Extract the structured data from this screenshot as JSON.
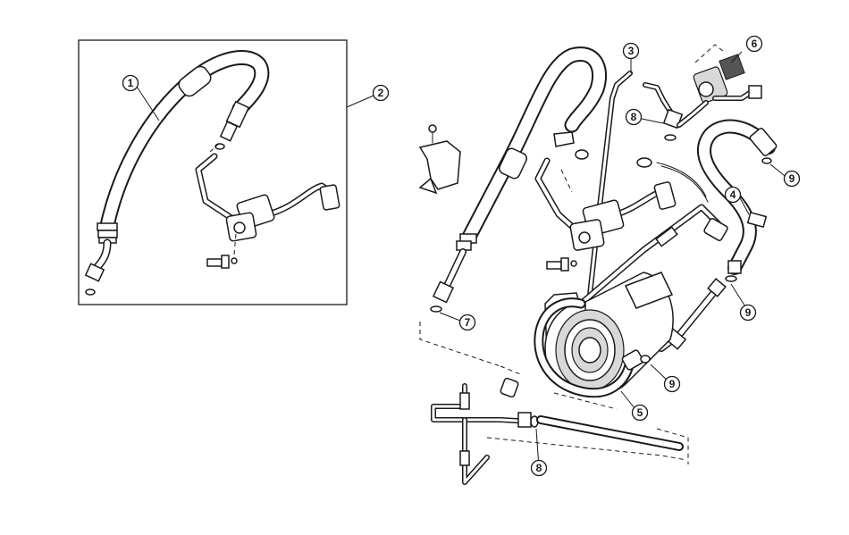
{
  "callouts": [
    {
      "id": "c1",
      "label": "1"
    },
    {
      "id": "c2",
      "label": "2"
    },
    {
      "id": "c3",
      "label": "3"
    },
    {
      "id": "c4",
      "label": "4"
    },
    {
      "id": "c5",
      "label": "5"
    },
    {
      "id": "c6",
      "label": "6"
    },
    {
      "id": "c7",
      "label": "7"
    },
    {
      "id": "c8a",
      "label": "8"
    },
    {
      "id": "c8b",
      "label": "8"
    },
    {
      "id": "c9a",
      "label": "9"
    },
    {
      "id": "c9b",
      "label": "9"
    },
    {
      "id": "c9c",
      "label": "9"
    }
  ]
}
